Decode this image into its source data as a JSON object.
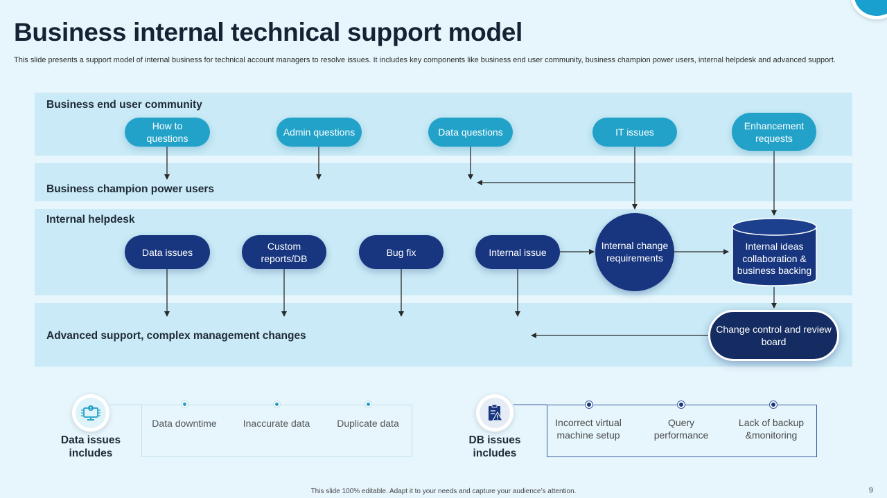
{
  "slide": {
    "title": "Business internal technical support model",
    "subtitle": "This slide presents a support model of internal business for technical account managers to resolve issues. It includes key components like business end user community, business champion power users, internal helpdesk and advanced support.",
    "footer": "This slide 100% editable. Adapt it to your needs and capture your audience’s attention.",
    "page_number": "9"
  },
  "bands": {
    "end_user": "Business end user community",
    "power_users": "Business champion power users",
    "helpdesk": "Internal helpdesk",
    "advanced": "Advanced support, complex management changes"
  },
  "end_user_nodes": {
    "how_to": "How to questions",
    "admin": "Admin questions",
    "data": "Data questions",
    "it": "IT issues",
    "enhancement": "Enhancement requests"
  },
  "helpdesk_nodes": {
    "data_issues": "Data issues",
    "custom_reports": "Custom reports/DB",
    "bug_fix": "Bug fix",
    "internal_issue": "Internal issue",
    "internal_change": "Internal change requirements",
    "internal_ideas": "Internal ideas collaboration & business backing"
  },
  "advanced_nodes": {
    "change_control": "Change control and review board"
  },
  "data_issues_section": {
    "label": "Data issues includes",
    "items": [
      "Data downtime",
      "Inaccurate data",
      "Duplicate data"
    ]
  },
  "db_issues_section": {
    "label": "DB issues includes",
    "items": [
      "Incorrect virtual machine setup",
      "Query performance",
      "Lack of backup &monitoring"
    ]
  },
  "colors": {
    "band": "#c9eaf6",
    "light_node": "#23a2c9",
    "dark_node": "#17367f",
    "navy": "#152c62",
    "background": "#e6f6fc"
  },
  "icons": {
    "data_issues": "monitor-alert-icon",
    "db_issues": "clipboard-alert-icon"
  }
}
